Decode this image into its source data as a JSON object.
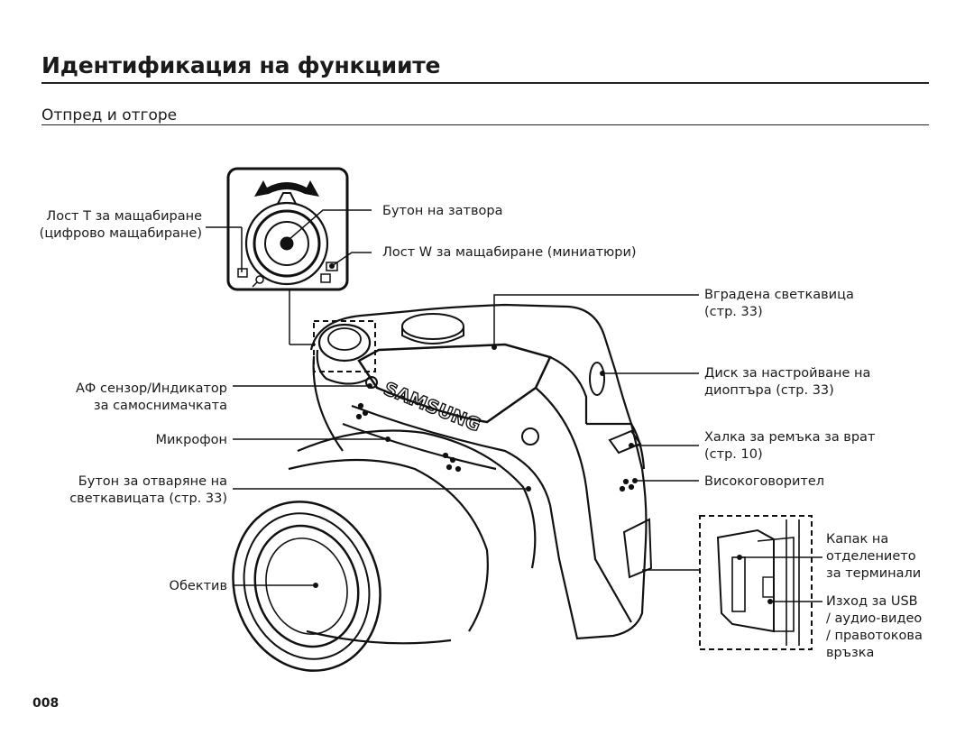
{
  "page": {
    "title": "Идентификация на функциите",
    "subtitle": "Отпред и отгоре",
    "page_number": "008"
  },
  "labels": {
    "zoom_t": [
      "Лост T за мащабиране",
      "(цифрово мащабиране)"
    ],
    "shutter": "Бутон на затвора",
    "zoom_w": "Лост W за мащабиране (миниатюри)",
    "flash": [
      "Вградена светкавица",
      "(стр. 33)"
    ],
    "diopter": [
      "Диск за настройване на",
      "диоптъра (стр. 33)"
    ],
    "strap": [
      "Халка за ремъка за врат",
      "(стр. 10)"
    ],
    "speaker": "Високоговорител",
    "af_sensor": [
      "АФ сензор/Индикатор",
      "за самоснимачката"
    ],
    "microphone": "Микрофон",
    "flash_button": [
      "Бутон за отваряне на",
      "светкавицата (стр. 33)"
    ],
    "lens": "Обектив",
    "terminal_cover": [
      "Капак на",
      "отделението",
      "за терминали"
    ],
    "usb_port": [
      "Изход за USB",
      "/ аудио-видео",
      "/ правотокова",
      "връзка"
    ]
  },
  "icons": {
    "brand": "SAMSUNG"
  }
}
